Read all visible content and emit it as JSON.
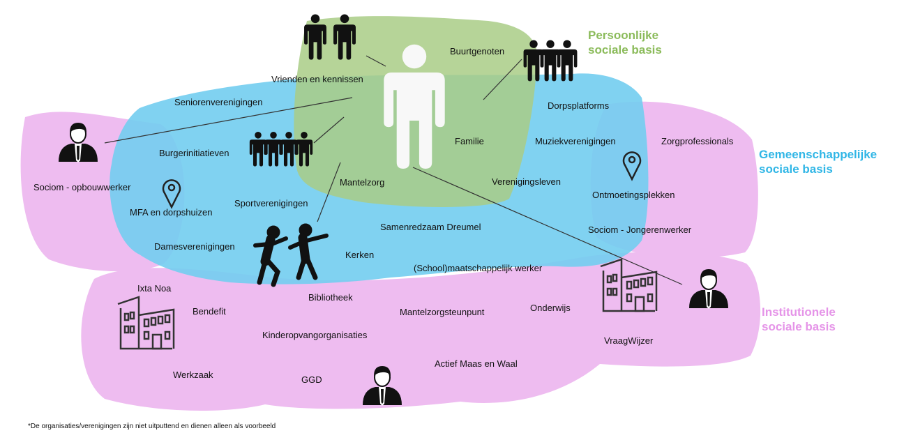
{
  "colors": {
    "personal": "#a9cd86",
    "community": "#72cdf0",
    "institutional": "#eebcf0",
    "personal_text": "#8bbb5a",
    "community_text": "#30b6e6",
    "institutional_text": "#e594e8"
  },
  "titles": {
    "personal": [
      "Persoonlijke",
      "sociale basis"
    ],
    "community": [
      "Gemeenschappelijke",
      "sociale basis"
    ],
    "institutional": [
      "Institutionele",
      "sociale basis"
    ]
  },
  "labels": {
    "vrienden": "Vrienden en kennissen",
    "buurtgenoten": "Buurtgenoten",
    "seniorenverenigingen": "Seniorenverenigingen",
    "dorpsplatforms": "Dorpsplatforms",
    "familie": "Familie",
    "muziekverenigingen": "Muziekverenigingen",
    "zorgprofessionals": "Zorgprofessionals",
    "burgerinitiatieven": "Burgerinitiatieven",
    "sociom_opbouw": "Sociom - opbouwwerker",
    "mantelzorg": "Mantelzorg",
    "verenigingsleven": "Verenigingsleven",
    "ontmoetingsplekken": "Ontmoetingsplekken",
    "mfa": "MFA en dorpshuizen",
    "sportverenigingen": "Sportverenigingen",
    "samenredzaam": "Samenredzaam Dreumel",
    "sociom_jongeren": "Sociom - Jongerenwerker",
    "damesverenigingen": "Damesverenigingen",
    "kerken": "Kerken",
    "school": "(School)maatschappelijk werker",
    "ixta": "Ixta Noa",
    "bibliotheek": "Bibliotheek",
    "bendefit": "Bendefit",
    "mantelzorgsteunpunt": "Mantelzorgsteunpunt",
    "onderwijs": "Onderwijs",
    "kinderopvang": "Kinderopvangorganisaties",
    "vraagwijzer": "VraagWijzer",
    "werkzaak": "Werkzaak",
    "actief": "Actief Maas en Waal",
    "ggd": "GGD"
  },
  "footnote": "*De organisaties/verenigingen  zijn niet uitputtend  en dienen alleen  als voorbeeld",
  "icons": [
    "person-icon",
    "two-people-icon",
    "group-of-three-icon",
    "group-of-four-icon",
    "professional-icon",
    "location-pin-icon",
    "building-icon",
    "dancing-people-icon"
  ]
}
